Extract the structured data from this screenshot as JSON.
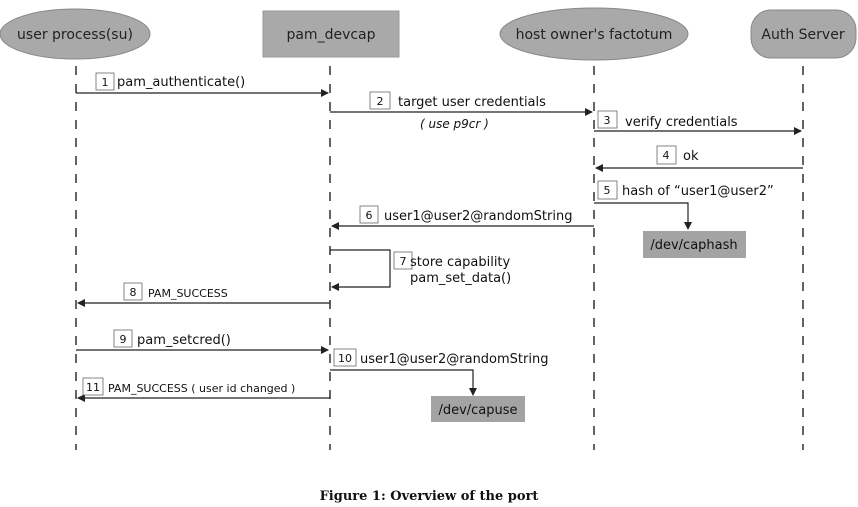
{
  "actors": [
    {
      "label": "user process(su)",
      "shape": "ellipse"
    },
    {
      "label": "pam_devcap",
      "shape": "rect"
    },
    {
      "label": "host owner's factotum",
      "shape": "ellipse"
    },
    {
      "label": "Auth Server",
      "shape": "rounded"
    }
  ],
  "messages": [
    {
      "num": "1",
      "label": "pam_authenticate()",
      "from": 0,
      "to": 1
    },
    {
      "num": "2",
      "label": "target user credentials",
      "note": "( use p9cr )",
      "from": 1,
      "to": 2
    },
    {
      "num": "3",
      "label": "verify credentials",
      "from": 2,
      "to": 3
    },
    {
      "num": "4",
      "label": "ok",
      "from": 3,
      "to": 2
    },
    {
      "num": "5",
      "label": "hash of “user1@user2”",
      "from": 2,
      "to": "caphash"
    },
    {
      "num": "6",
      "label": "user1@user2@randomString",
      "from": 2,
      "to": 1
    },
    {
      "num": "7",
      "label": "store capability",
      "label2": "pam_set_data()",
      "from": 1,
      "to": 1
    },
    {
      "num": "8",
      "label": "PAM_SUCCESS",
      "from": 1,
      "to": 0
    },
    {
      "num": "9",
      "label": "pam_setcred()",
      "from": 0,
      "to": 1
    },
    {
      "num": "10",
      "label": "user1@user2@randomString",
      "from": 1,
      "to": "capuse"
    },
    {
      "num": "11",
      "label": "PAM_SUCCESS ( user id changed )",
      "from": 1,
      "to": 0
    }
  ],
  "stores": [
    {
      "id": "caphash",
      "label": "/dev/caphash"
    },
    {
      "id": "capuse",
      "label": "/dev/capuse"
    }
  ],
  "caption": "Figure 1: Overview of the port",
  "colors": {
    "actor_fill": "#a9a9a9",
    "actor_stroke": "#777777",
    "store_fill": "#a3a3a3",
    "line": "#222222"
  }
}
